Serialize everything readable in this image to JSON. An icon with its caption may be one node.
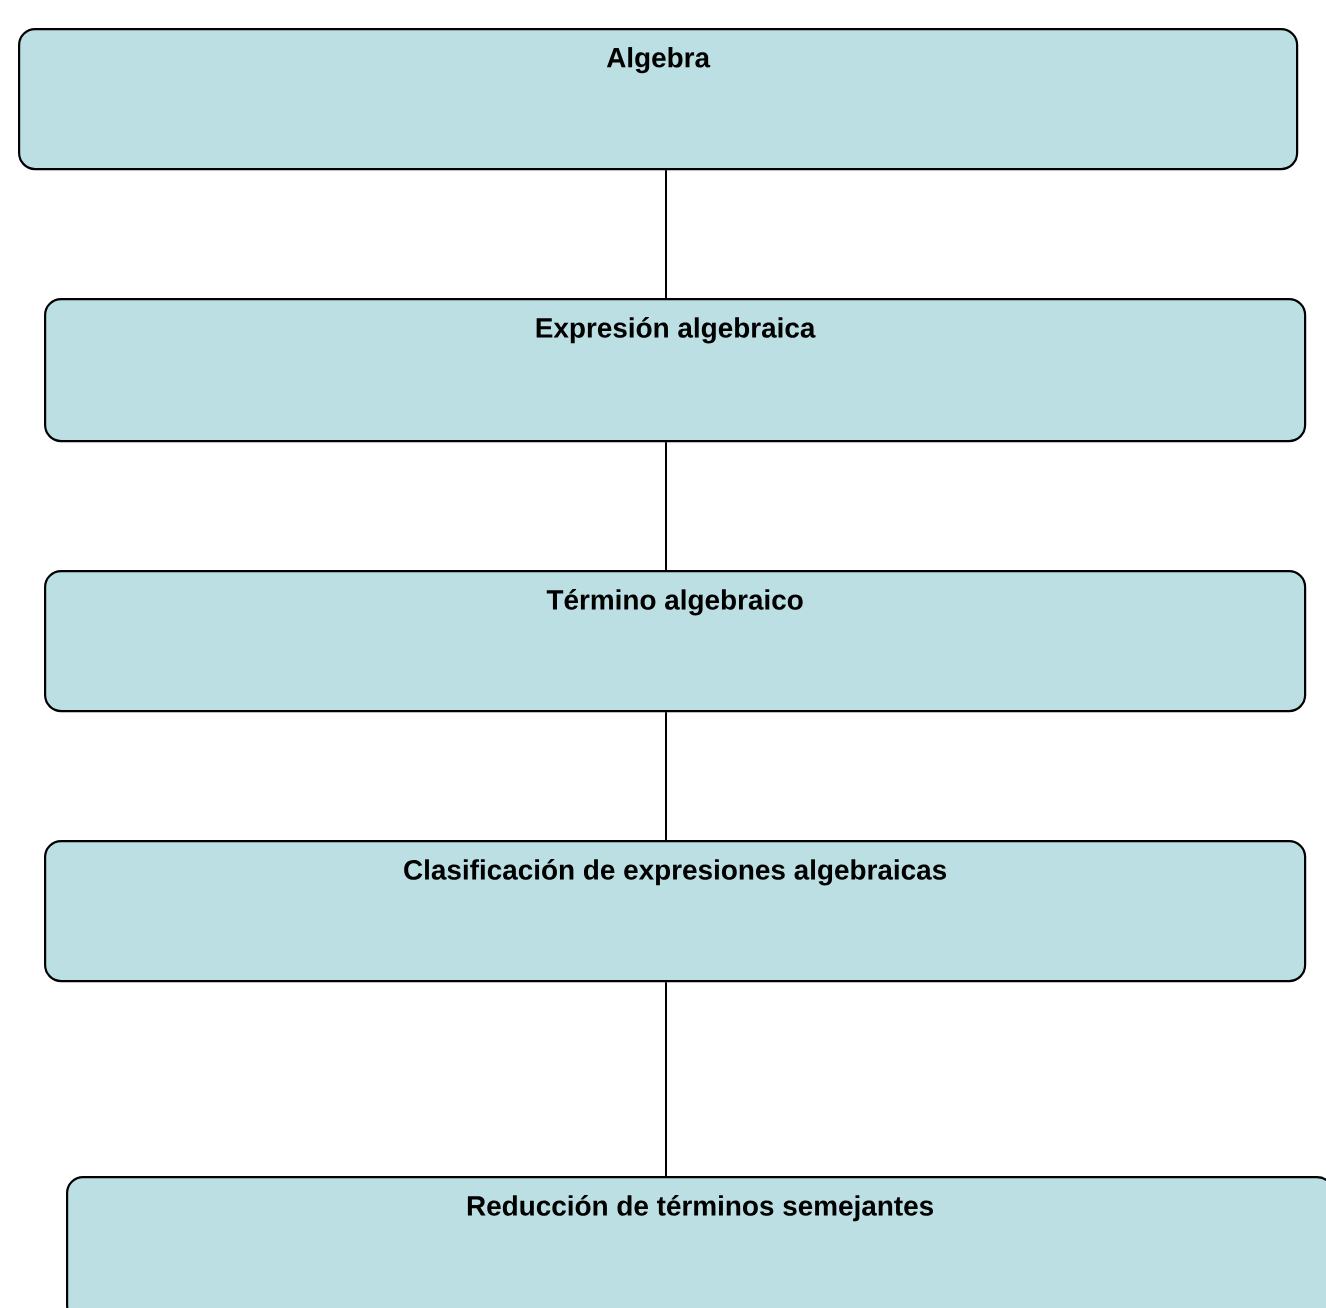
{
  "diagram": {
    "nodes": [
      {
        "text": [
          "Algebra"
        ]
      },
      {
        "text": [
          "Expresión algebraica"
        ]
      },
      {
        "text": [
          "Término algebraico"
        ]
      },
      {
        "text": [
          "Clasificación de expresiones algebraicas"
        ]
      },
      {
        "text": [
          "Reducción de términos semejantes"
        ]
      }
    ],
    "edges": [
      {
        "from": 0,
        "to": 1,
        "arrow": "none"
      },
      {
        "from": 1,
        "to": 2,
        "arrow": "none"
      },
      {
        "from": 2,
        "to": 3,
        "arrow": "none"
      },
      {
        "from": 3,
        "to": 4,
        "arrow": "none"
      }
    ]
  }
}
